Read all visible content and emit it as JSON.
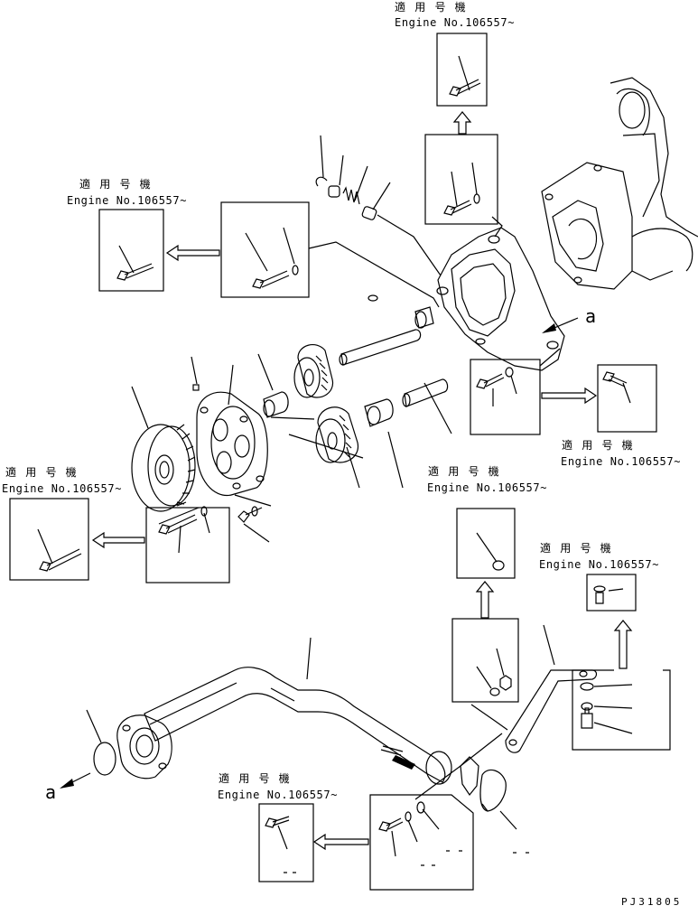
{
  "diagram": {
    "note_jp": "適 用 号 機",
    "note_en": "Engine No.106557~",
    "ref_letter": "a",
    "figure_code": "PJ31805"
  }
}
